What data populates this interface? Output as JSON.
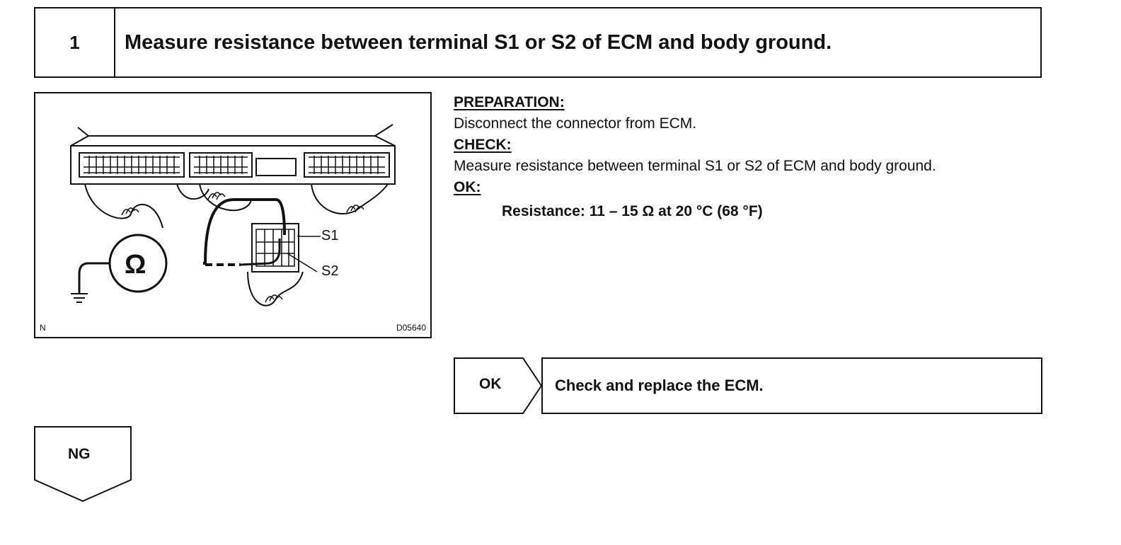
{
  "step": {
    "number": "1",
    "title": "Measure resistance between terminal S1 or S2 of ECM and body ground."
  },
  "figure": {
    "corner_left": "N",
    "corner_right": "D05640",
    "meter_symbol": "Ω",
    "terminal_1": "S1",
    "terminal_2": "S2"
  },
  "instructions": {
    "preparation_heading": "PREPARATION:",
    "preparation_text": "Disconnect the connector from ECM.",
    "check_heading": "CHECK:",
    "check_text": "Measure resistance between terminal S1 or S2 of ECM and body ground.",
    "ok_heading": "OK:",
    "spec": "Resistance: 11 – 15 Ω at 20 °C (68 °F)"
  },
  "result_ok": {
    "flag": "OK",
    "action": "Check and replace the ECM."
  },
  "result_ng": {
    "flag": "NG"
  }
}
